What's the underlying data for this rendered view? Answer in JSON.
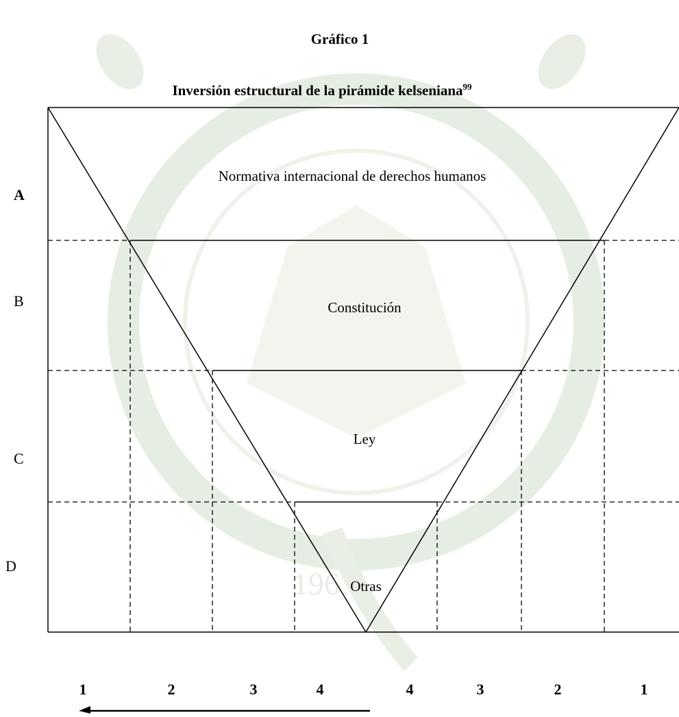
{
  "watermark": {
    "year": "196",
    "color": "#a9bfa0"
  },
  "figure": {
    "title": "Gráfico 1",
    "subtitle": "Inversión estructural de la pirámide kelseniana",
    "footnote_ref": "99"
  },
  "levels": [
    {
      "row": "A",
      "label": "Normativa internacional de derechos humanos"
    },
    {
      "row": "B",
      "label": "Constitución"
    },
    {
      "row": "C",
      "label": "Ley"
    },
    {
      "row": "D",
      "label": "Otras"
    }
  ],
  "columns_bottom": [
    "1",
    "2",
    "3",
    "4",
    "4",
    "3",
    "2",
    "1"
  ],
  "arrow_direction": "left"
}
